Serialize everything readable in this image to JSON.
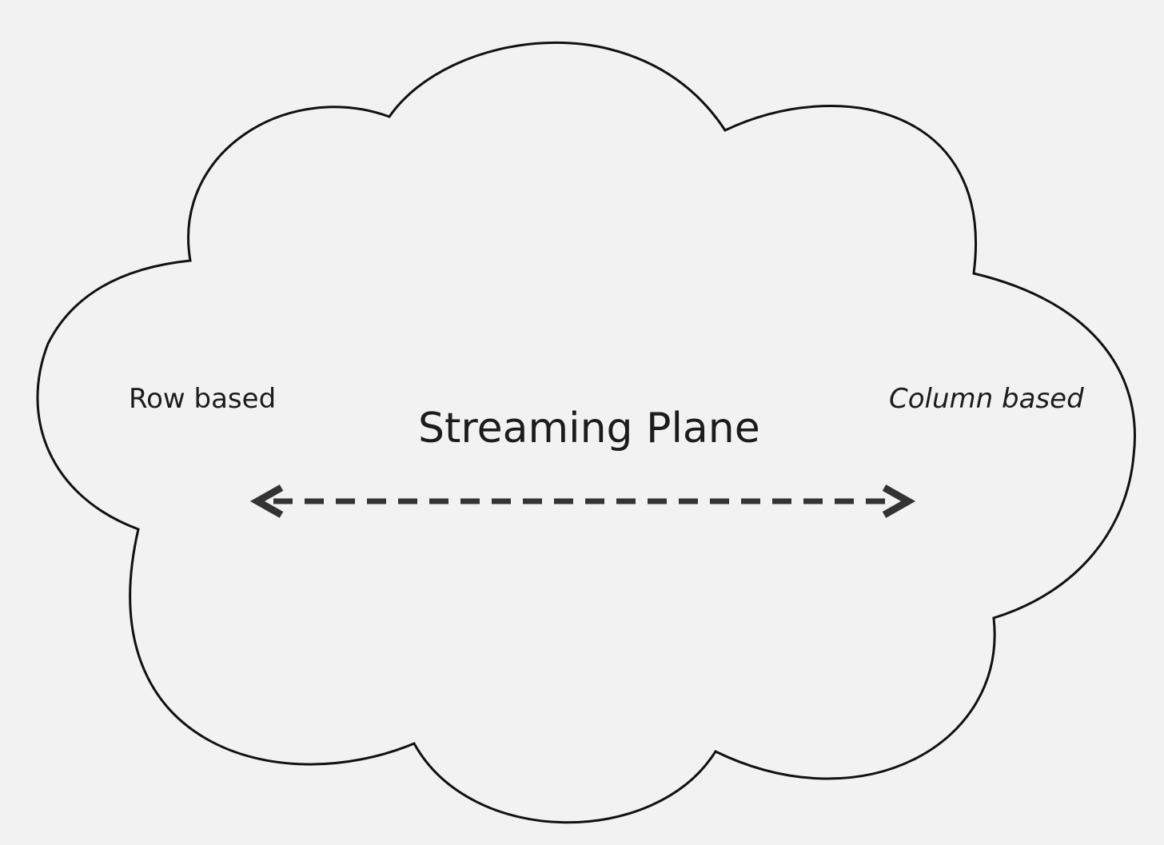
{
  "diagram": {
    "title": "Streaming Plane",
    "left_label": "Row based",
    "right_label": "Column based",
    "arrow": {
      "style": "dashed",
      "direction": "bidirectional"
    },
    "shape": "cloud"
  },
  "colors": {
    "background": "#f2f2f2",
    "cloud_fill": "#f2f2f2",
    "cloud_stroke": "#111111",
    "arrow": "#333333",
    "text": "#1c1c1c"
  }
}
